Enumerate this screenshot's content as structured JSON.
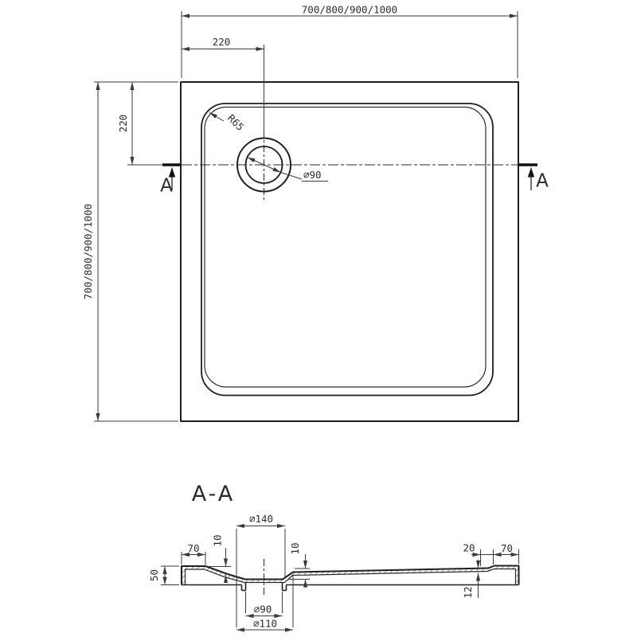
{
  "top_view": {
    "dim_width": "700/800/900/1000",
    "dim_height": "700/800/900/1000",
    "dim_drain_offset_x": "220",
    "dim_drain_offset_y": "220",
    "dim_corner_radius": "R65",
    "dim_drain_diameter": "⌀90",
    "section_label_left": "A",
    "section_label_right": "A"
  },
  "section_view": {
    "title": "A-A",
    "dim_rim_left": "70",
    "dim_floor_drop": "10",
    "dim_recess_diameter": "⌀140",
    "dim_recess_depth": "10",
    "dim_edge_height": "50",
    "dim_step_right": "20",
    "dim_rim_right": "70",
    "dim_base_thickness": "12",
    "dim_drain_hole_diameter": "⌀90",
    "dim_drain_flange_diameter": "⌀110"
  },
  "colors": {
    "object_line": "#1f1f1f",
    "dimension_line": "#3a3a3a",
    "text": "#2e2e2e",
    "background": "#ffffff"
  }
}
